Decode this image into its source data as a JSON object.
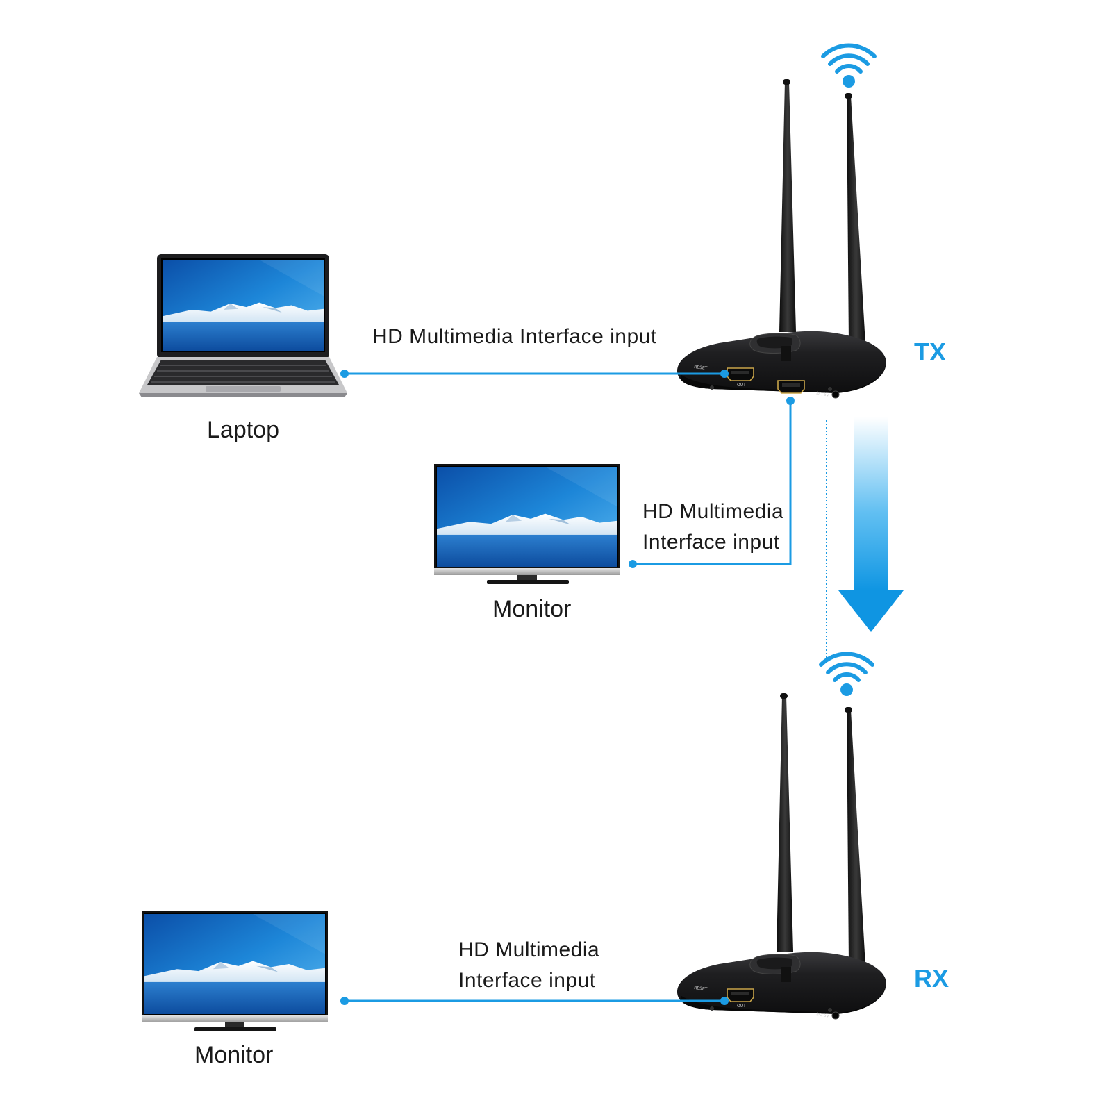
{
  "devices": {
    "laptop": {
      "label": "Laptop"
    },
    "monitor_local": {
      "label": "Monitor"
    },
    "monitor_remote": {
      "label": "Monitor"
    }
  },
  "units": {
    "tx": {
      "label": "TX",
      "ports": {
        "reset": "RESET",
        "out": "OUT",
        "dc": "DC 5V"
      }
    },
    "rx": {
      "label": "RX",
      "ports": {
        "reset": "RESET",
        "out": "OUT",
        "dc": "DC 5V"
      }
    }
  },
  "connections": {
    "laptop_to_tx": {
      "label": "HD Multimedia Interface input"
    },
    "tx_to_monitor": {
      "line1": "HD Multimedia",
      "line2": "Interface input"
    },
    "rx_to_monitor": {
      "line1": "HD Multimedia",
      "line2": "Interface input"
    }
  },
  "colors": {
    "accent": "#1b9be3",
    "device_body": "#1c1c1e",
    "text": "#1a1a1a"
  },
  "icons": [
    "wifi-icon",
    "down-arrow-icon"
  ]
}
